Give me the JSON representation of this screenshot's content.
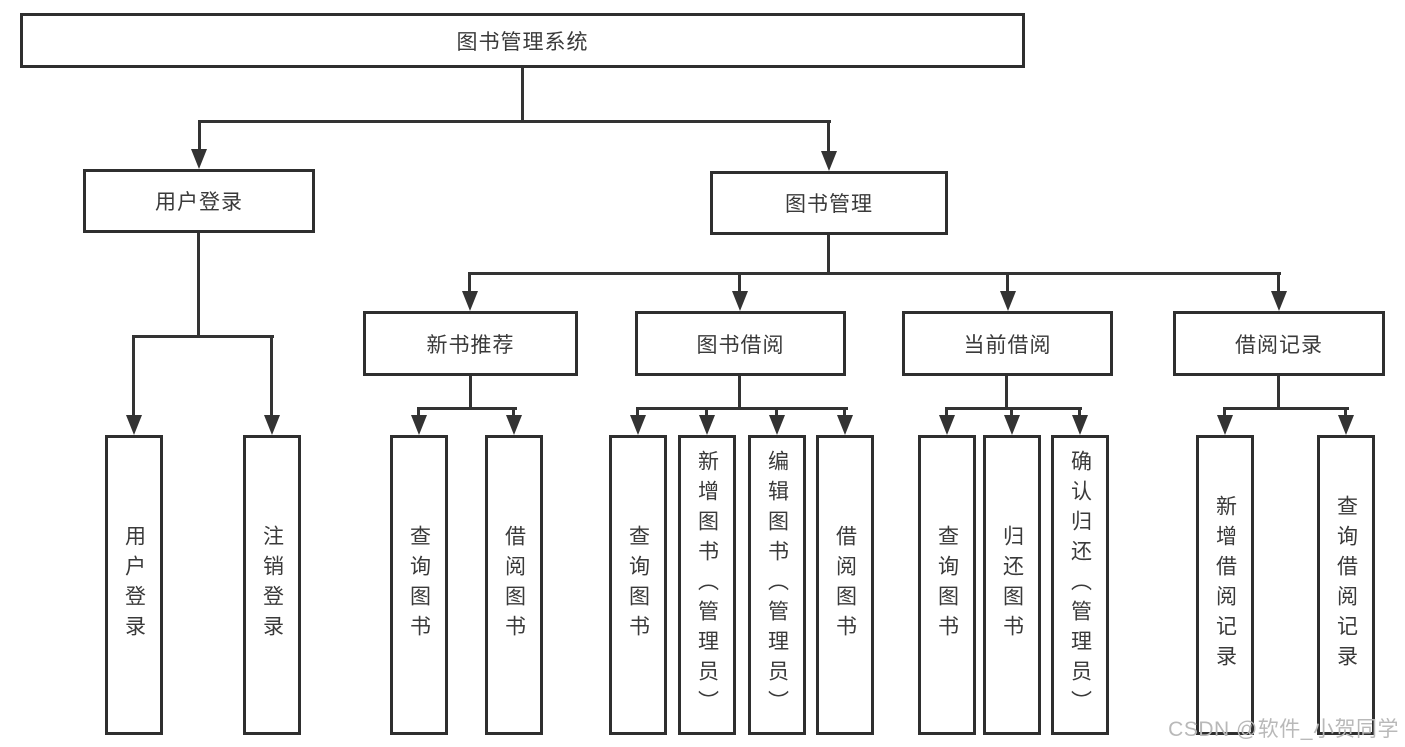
{
  "nodes": {
    "root": "图书管理系统",
    "user_login": "用户登录",
    "book_mgmt": "图书管理",
    "recommend": "新书推荐",
    "borrow": "图书借阅",
    "current": "当前借阅",
    "records": "借阅记录",
    "leaf_user_login": "用户登录",
    "leaf_logout": "注销登录",
    "leaf_rec_query": "查询图书",
    "leaf_rec_borrow": "借阅图书",
    "leaf_bor_query": "查询图书",
    "leaf_bor_add": "新增图书（管理员）",
    "leaf_bor_edit": "编辑图书（管理员）",
    "leaf_bor_borrow": "借阅图书",
    "leaf_cur_query": "查询图书",
    "leaf_cur_return": "归还图书",
    "leaf_cur_confirm": "确认归还（管理员）",
    "leaf_brec_add": "新增借阅记录",
    "leaf_brec_query": "查询借阅记录"
  },
  "hierarchy": {
    "图书管理系统": {
      "用户登录": [
        "用户登录",
        "注销登录"
      ],
      "图书管理": {
        "新书推荐": [
          "查询图书",
          "借阅图书"
        ],
        "图书借阅": [
          "查询图书",
          "新增图书（管理员）",
          "编辑图书（管理员）",
          "借阅图书"
        ],
        "当前借阅": [
          "查询图书",
          "归还图书",
          "确认归还（管理员）"
        ],
        "借阅记录": [
          "新增借阅记录",
          "查询借阅记录"
        ]
      }
    }
  },
  "watermark": {
    "text": "CSDN @软件_小贺同学",
    "color": "#b9b9b9"
  },
  "colors": {
    "line": "#333333",
    "border": "#2f2f2f",
    "text": "#3a3a3a",
    "background": "#ffffff"
  }
}
